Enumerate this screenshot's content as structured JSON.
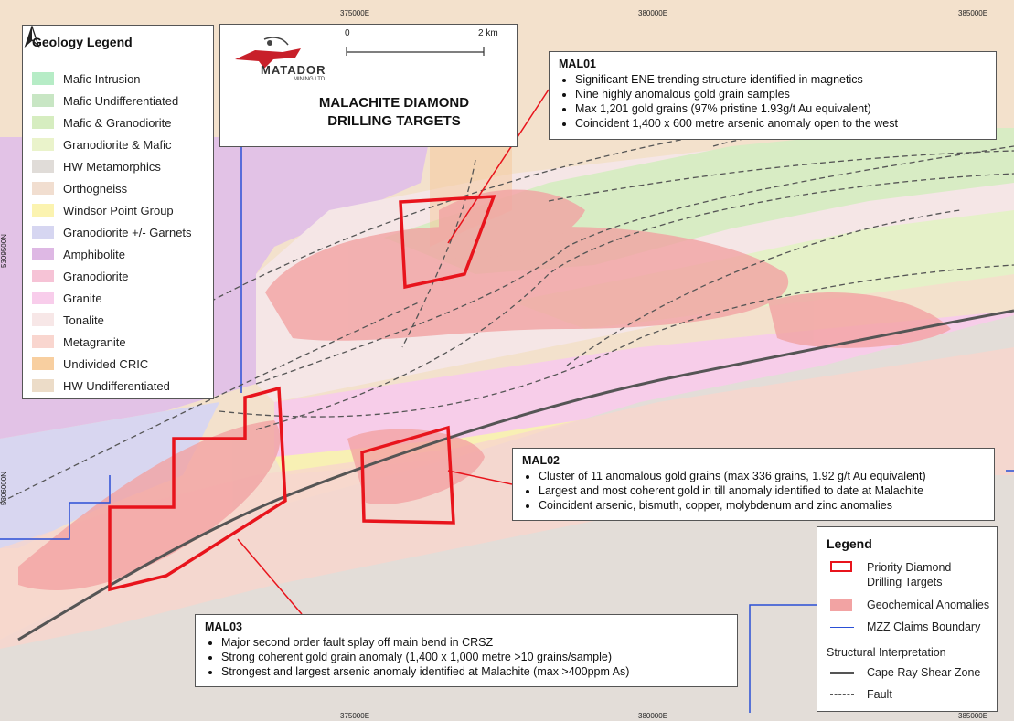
{
  "map": {
    "title_line1": "MALACHITE DIAMOND",
    "title_line2": "DRILLING TARGETS",
    "brand": "MATADOR",
    "brand_sub": "MINING LTD",
    "scale_start": "0",
    "scale_end": "2 km",
    "coords": {
      "top": [
        "375000E",
        "380000E",
        "385000E"
      ],
      "bottom": [
        "375000E",
        "380000E",
        "385000E"
      ],
      "left": [
        "5309500N",
        "5306000N"
      ]
    }
  },
  "geology_legend": {
    "title": "Geology Legend",
    "items": [
      {
        "label": "Mafic Intrusion",
        "color": "#b6ecc6"
      },
      {
        "label": "Mafic Undifferentiated",
        "color": "#c8e6c4"
      },
      {
        "label": "Mafic & Granodiorite",
        "color": "#d6edc0"
      },
      {
        "label": "Granodiorite & Mafic",
        "color": "#eaf3cb"
      },
      {
        "label": "HW Metamorphics",
        "color": "#e0dcd8"
      },
      {
        "label": "Orthogneiss",
        "color": "#f1ded0"
      },
      {
        "label": "Windsor Point Group",
        "color": "#fbf3b0"
      },
      {
        "label": "Granodiorite +/- Garnets",
        "color": "#d6d6f1"
      },
      {
        "label": "Amphibolite",
        "color": "#deb8e4"
      },
      {
        "label": "Granodiorite",
        "color": "#f6c3d6"
      },
      {
        "label": "Granite",
        "color": "#f8cdeb"
      },
      {
        "label": "Tonalite",
        "color": "#f7e7e7"
      },
      {
        "label": "Metagranite",
        "color": "#f9d6cf"
      },
      {
        "label": "Undivided CRIC",
        "color": "#f8cfa0"
      },
      {
        "label": "HW Undifferentiated",
        "color": "#ecdcc8"
      }
    ]
  },
  "targets": {
    "mal01": {
      "title": "MAL01",
      "bullets": [
        "Significant ENE trending structure identified in magnetics",
        "Nine highly anomalous gold grain samples",
        "Max 1,201 gold grains (97% pristine 1.93g/t Au equivalent)",
        "Coincident 1,400 x 600 metre arsenic anomaly open to the west"
      ]
    },
    "mal02": {
      "title": "MAL02",
      "bullets": [
        "Cluster of 11 anomalous gold grains (max 336 grains, 1.92 g/t Au equivalent)",
        "Largest and most coherent gold in till anomaly identified to date at Malachite",
        "Coincident arsenic, bismuth, copper, molybdenum and zinc anomalies"
      ]
    },
    "mal03": {
      "title": "MAL03",
      "bullets": [
        "Major second order fault splay off main bend in CRSZ",
        "Strong coherent gold grain anomaly (1,400 x 1,000 metre >10 grains/sample)",
        "Strongest and largest arsenic anomaly identified at Malachite (max >400ppm As)"
      ]
    }
  },
  "legend": {
    "title": "Legend",
    "target_label": "Priority Diamond Drilling Targets",
    "anomaly_label": "Geochemical Anomalies",
    "claims_label": "MZZ Claims Boundary",
    "structural_heading": "Structural Interpretation",
    "shear_label": "Cape Ray Shear Zone",
    "fault_label": "Fault",
    "colors": {
      "target": "#e8141c",
      "anomaly": "#f2a3a3",
      "claims": "#2a4fd6",
      "shear": "#555555",
      "fault": "#555555"
    }
  }
}
